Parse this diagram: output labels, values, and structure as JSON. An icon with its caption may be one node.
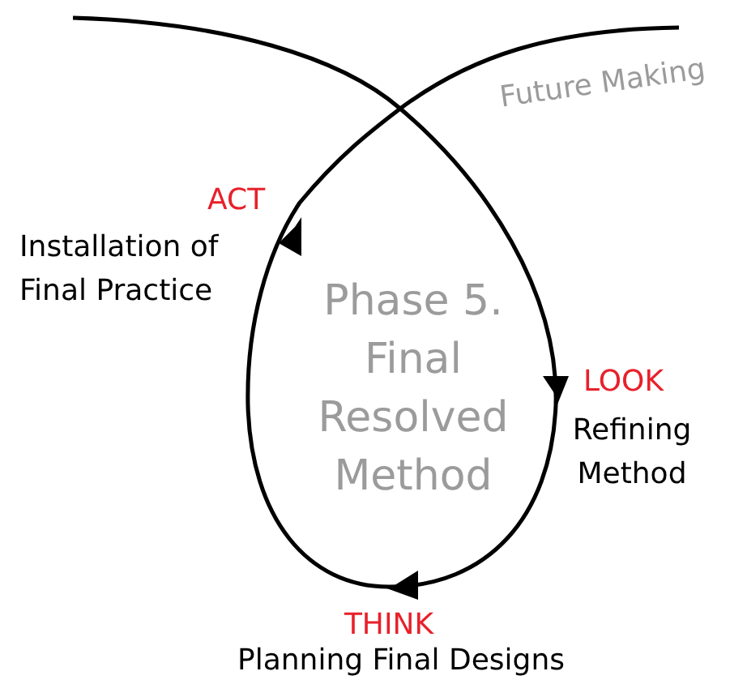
{
  "diagram": {
    "labels": [
      "Future Making",
      "ACT",
      "Installation of Final Practice",
      "Phase 5. Final Resolved Method",
      "LOOK",
      "Refining Method",
      "THINK",
      "Planning Final Designs"
    ]
  }
}
